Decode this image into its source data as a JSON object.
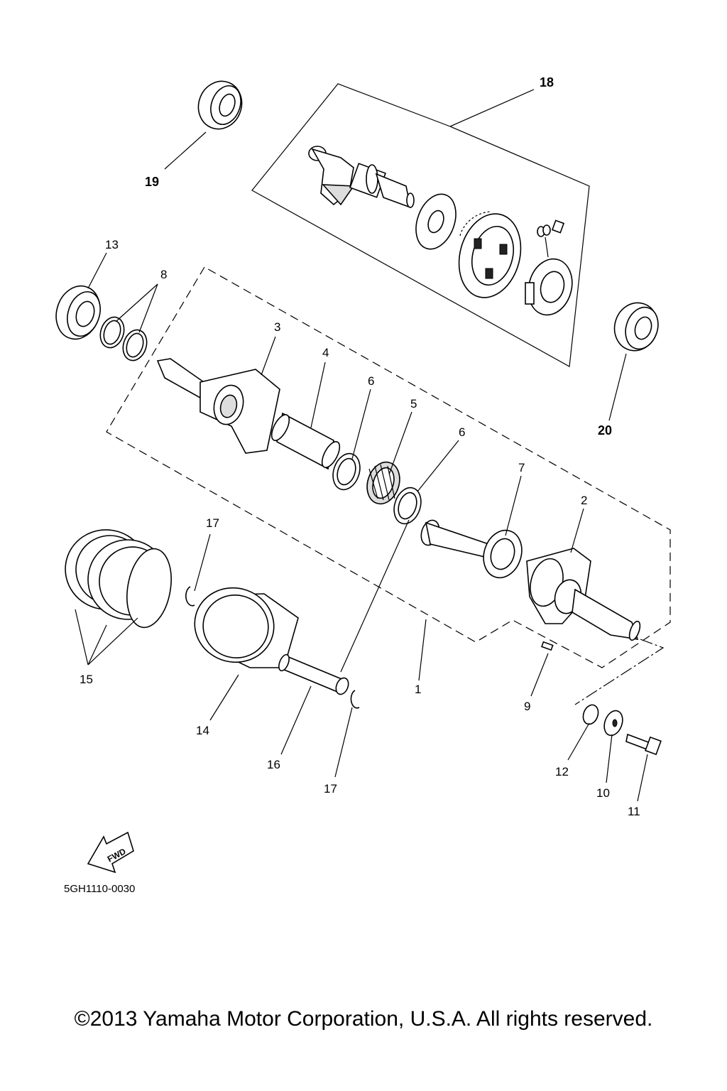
{
  "labels": {
    "p1": "1",
    "p2": "2",
    "p3": "3",
    "p4": "4",
    "p5": "5",
    "p6a": "6",
    "p6b": "6",
    "p7": "7",
    "p8": "8",
    "p9": "9",
    "p10": "10",
    "p11": "11",
    "p12": "12",
    "p13": "13",
    "p14": "14",
    "p15": "15",
    "p16": "16",
    "p17a": "17",
    "p17b": "17",
    "p18": "18",
    "p19": "19",
    "p20": "20"
  },
  "fwd_label": "FWD",
  "diagram_code": "5GH1110-0030",
  "copyright": "©2013 Yamaha Motor Corporation, U.S.A. All rights reserved."
}
